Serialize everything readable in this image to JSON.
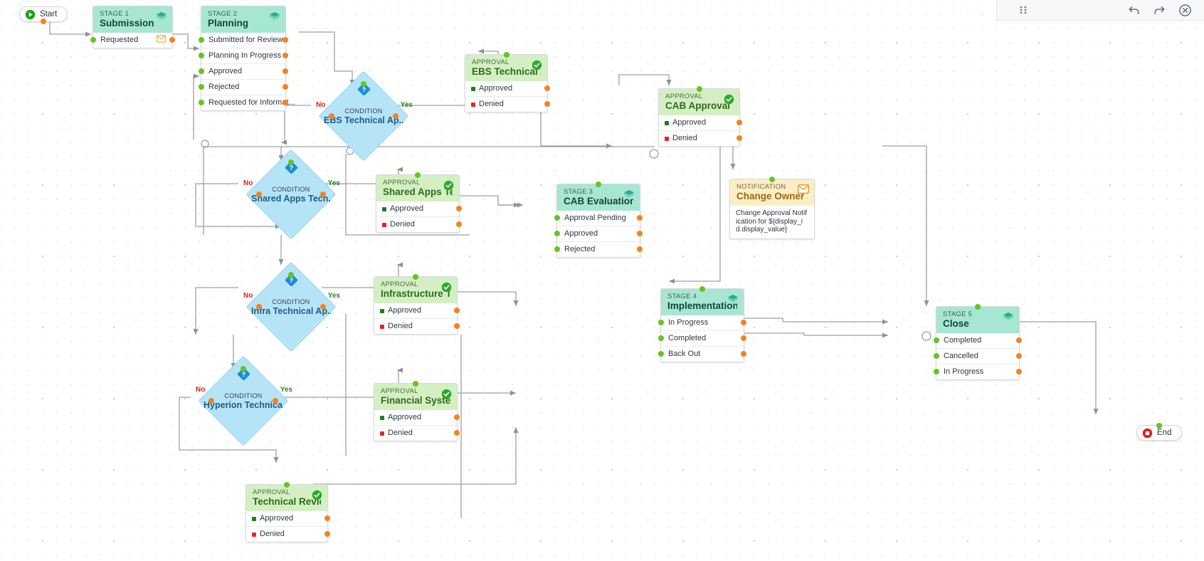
{
  "toolbar": {
    "drag_handle": "drag-handle",
    "undo": "Undo",
    "redo": "Redo",
    "close": "Close"
  },
  "terminators": {
    "start": "Start",
    "end": "End"
  },
  "nodes": [
    {
      "id": "stage1",
      "type": "stage",
      "kicker": "STAGE 1",
      "title": "Submission",
      "icon": "layers-icon",
      "rows": [
        {
          "label": "Requested",
          "bullet": "none",
          "icon": "envelope-icon"
        }
      ]
    },
    {
      "id": "stage2",
      "type": "stage",
      "kicker": "STAGE 2",
      "title": "Planning",
      "icon": "layers-icon",
      "rows": [
        {
          "label": "Submitted for Review",
          "bullet": "none"
        },
        {
          "label": "Planning In Progress",
          "bullet": "none"
        },
        {
          "label": "Approved",
          "bullet": "none"
        },
        {
          "label": "Rejected",
          "bullet": "none"
        },
        {
          "label": "Requested for Informat...",
          "bullet": "none"
        }
      ]
    },
    {
      "id": "approval_ebs",
      "type": "approval",
      "kicker": "APPROVAL",
      "title": "EBS Technical Ap...",
      "icon": "check-circle-icon",
      "rows": [
        {
          "label": "Approved",
          "bullet": "green"
        },
        {
          "label": "Denied",
          "bullet": "red"
        }
      ]
    },
    {
      "id": "approval_cab",
      "type": "approval",
      "kicker": "APPROVAL",
      "title": "CAB Approval",
      "icon": "check-circle-icon",
      "rows": [
        {
          "label": "Approved",
          "bullet": "green"
        },
        {
          "label": "Denied",
          "bullet": "red"
        }
      ]
    },
    {
      "id": "approval_shared",
      "type": "approval",
      "kicker": "APPROVAL",
      "title": "Shared Apps Tech...",
      "icon": "check-circle-icon",
      "rows": [
        {
          "label": "Approved",
          "bullet": "green"
        },
        {
          "label": "Denied",
          "bullet": "red"
        }
      ]
    },
    {
      "id": "approval_infra",
      "type": "approval",
      "kicker": "APPROVAL",
      "title": "Infrastructure Tec...",
      "icon": "check-circle-icon",
      "rows": [
        {
          "label": "Approved",
          "bullet": "green"
        },
        {
          "label": "Denied",
          "bullet": "red"
        }
      ]
    },
    {
      "id": "approval_financial",
      "type": "approval",
      "kicker": "APPROVAL",
      "title": "Financial System ...",
      "icon": "check-circle-icon",
      "rows": [
        {
          "label": "Approved",
          "bullet": "green"
        },
        {
          "label": "Denied",
          "bullet": "red"
        }
      ]
    },
    {
      "id": "approval_techreview",
      "type": "approval",
      "kicker": "APPROVAL",
      "title": "Technical Review ...",
      "icon": "check-circle-icon",
      "rows": [
        {
          "label": "Approved",
          "bullet": "green"
        },
        {
          "label": "Denied",
          "bullet": "red"
        }
      ]
    },
    {
      "id": "stage3",
      "type": "stage",
      "kicker": "STAGE 3",
      "title": "CAB Evaluation",
      "icon": "layers-icon",
      "rows": [
        {
          "label": "Approval Pending",
          "bullet": "none"
        },
        {
          "label": "Approved",
          "bullet": "none"
        },
        {
          "label": "Rejected",
          "bullet": "none"
        }
      ]
    },
    {
      "id": "stage4",
      "type": "stage",
      "kicker": "STAGE 4",
      "title": "Implementation",
      "icon": "layers-icon",
      "rows": [
        {
          "label": "In Progress",
          "bullet": "none"
        },
        {
          "label": "Completed",
          "bullet": "none"
        },
        {
          "label": "Back Out",
          "bullet": "none"
        }
      ]
    },
    {
      "id": "stage5",
      "type": "stage",
      "kicker": "STAGE 5",
      "title": "Close",
      "icon": "layers-icon",
      "rows": [
        {
          "label": "Completed",
          "bullet": "none"
        },
        {
          "label": "Cancelled",
          "bullet": "none"
        },
        {
          "label": "In Progress",
          "bullet": "none"
        }
      ]
    },
    {
      "id": "notification",
      "type": "notification",
      "kicker": "NOTIFICATION",
      "title": "Change Owner No...",
      "icon": "envelope-icon",
      "body": "Change Approval Notification for ${display_id.display_value}"
    }
  ],
  "conditions": [
    {
      "id": "cond_ebs",
      "kicker": "CONDITION",
      "title": "EBS Technical Ap...",
      "no": "No",
      "yes": "Yes",
      "icon": "question-diamond-icon"
    },
    {
      "id": "cond_shared",
      "kicker": "CONDITION",
      "title": "Shared Apps Tech...",
      "no": "No",
      "yes": "Yes",
      "icon": "question-diamond-icon"
    },
    {
      "id": "cond_infra",
      "kicker": "CONDITION",
      "title": "Infra Technical Ap...",
      "no": "No",
      "yes": "Yes",
      "icon": "question-diamond-icon"
    },
    {
      "id": "cond_hyperion",
      "kicker": "CONDITION",
      "title": "Hyperion Technica...",
      "no": "No",
      "yes": "Yes",
      "icon": "question-diamond-icon"
    }
  ],
  "colors": {
    "stage_header": "#a7e6d2",
    "approval_header": "#d4f0c3",
    "notification_header": "#fbeec6",
    "condition_fill": "#b5e4f7",
    "port_in": "#63c61e",
    "port_out": "#f58220",
    "bullet_approved": "#17801b",
    "bullet_denied": "#ee2222",
    "edge": "#9aa0a6",
    "start_icon": "#22a022",
    "end_icon": "#e02020"
  }
}
